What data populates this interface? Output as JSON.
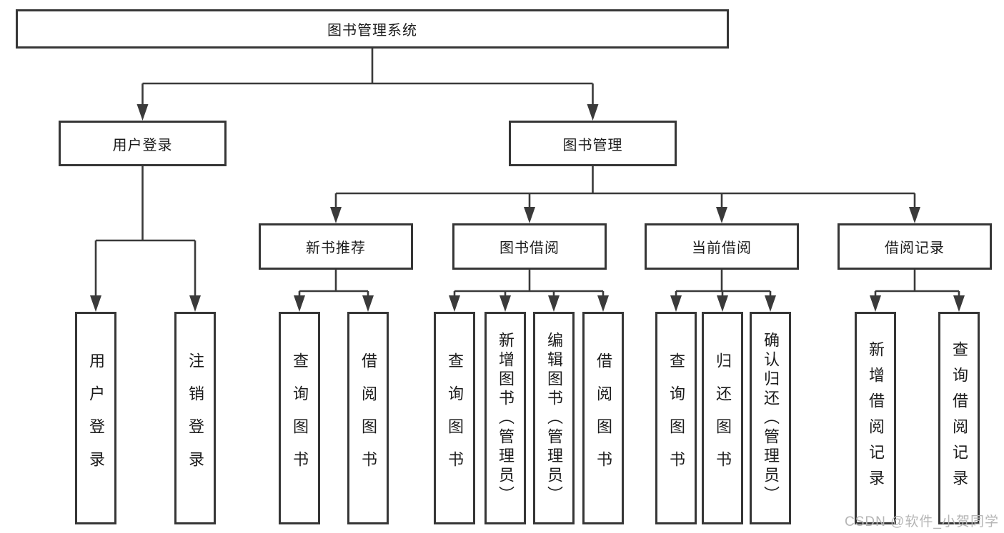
{
  "colors": {
    "line": "#3a3a3a",
    "box-border": "#363636",
    "text": "#1c1c1c",
    "watermark": "#b5b5b5",
    "background": "#ffffff"
  },
  "watermark": "CSDN @软件_小贺同学",
  "tree": {
    "label": "图书管理系统",
    "children": [
      {
        "label": "用户登录",
        "children": [
          {
            "label": "用户登录"
          },
          {
            "label": "注销登录"
          }
        ]
      },
      {
        "label": "图书管理",
        "children": [
          {
            "label": "新书推荐",
            "children": [
              {
                "label": "查询图书"
              },
              {
                "label": "借阅图书"
              }
            ]
          },
          {
            "label": "图书借阅",
            "children": [
              {
                "label": "查询图书"
              },
              {
                "label": "新增图书（管理员）"
              },
              {
                "label": "编辑图书（管理员）"
              },
              {
                "label": "借阅图书"
              }
            ]
          },
          {
            "label": "当前借阅",
            "children": [
              {
                "label": "查询图书"
              },
              {
                "label": "归还图书"
              },
              {
                "label": "确认归还（管理员）"
              }
            ]
          },
          {
            "label": "借阅记录",
            "children": [
              {
                "label": "新增借阅记录"
              },
              {
                "label": "查询借阅记录"
              }
            ]
          }
        ]
      }
    ]
  }
}
